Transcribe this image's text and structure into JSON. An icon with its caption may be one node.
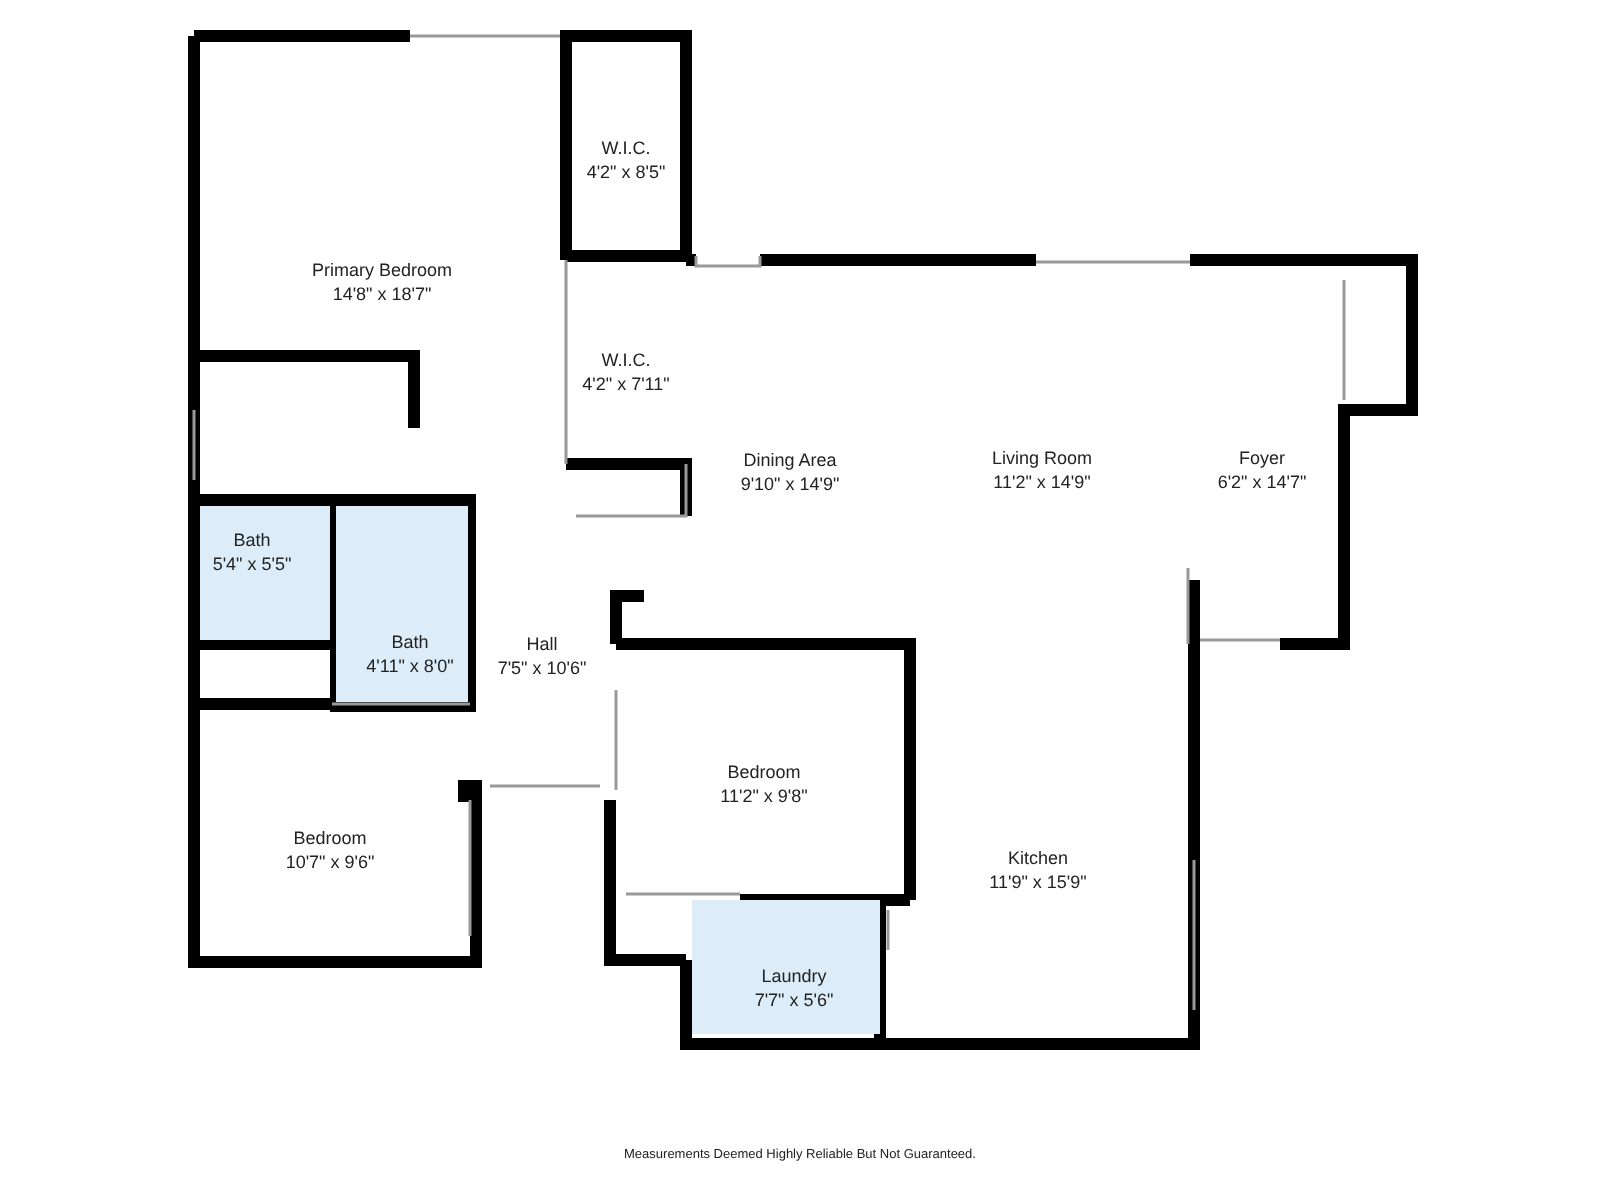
{
  "diagram": {
    "nodes": [
      {
        "text": [
          "Primary Bedroom",
          "14'8\" x 18'7\""
        ]
      },
      {
        "text": [
          "W.I.C.",
          "4'2\" x 8'5\""
        ]
      },
      {
        "text": [
          "W.I.C.",
          "4'2\" x 7'11\""
        ]
      },
      {
        "text": [
          "Bath",
          "5'4\" x 5'5\""
        ]
      },
      {
        "text": [
          "Bath",
          "4'11\" x 8'0\""
        ]
      },
      {
        "text": [
          "Hall",
          "7'5\" x 10'6\""
        ]
      },
      {
        "text": [
          "Dining Area",
          "9'10\" x 14'9\""
        ]
      },
      {
        "text": [
          "Living Room",
          "11'2\" x 14'9\""
        ]
      },
      {
        "text": [
          "Foyer",
          "6'2\" x 14'7\""
        ]
      },
      {
        "text": [
          "Bedroom",
          "11'2\" x 9'8\""
        ]
      },
      {
        "text": [
          "Bedroom",
          "10'7\" x 9'6\""
        ]
      },
      {
        "text": [
          "Kitchen",
          "11'9\" x 15'9\""
        ]
      },
      {
        "text": [
          "Laundry",
          "7'7\" x 5'6\""
        ]
      }
    ],
    "labels": [
      "Measurements Deemed Highly Reliable But Not Guaranteed."
    ]
  }
}
